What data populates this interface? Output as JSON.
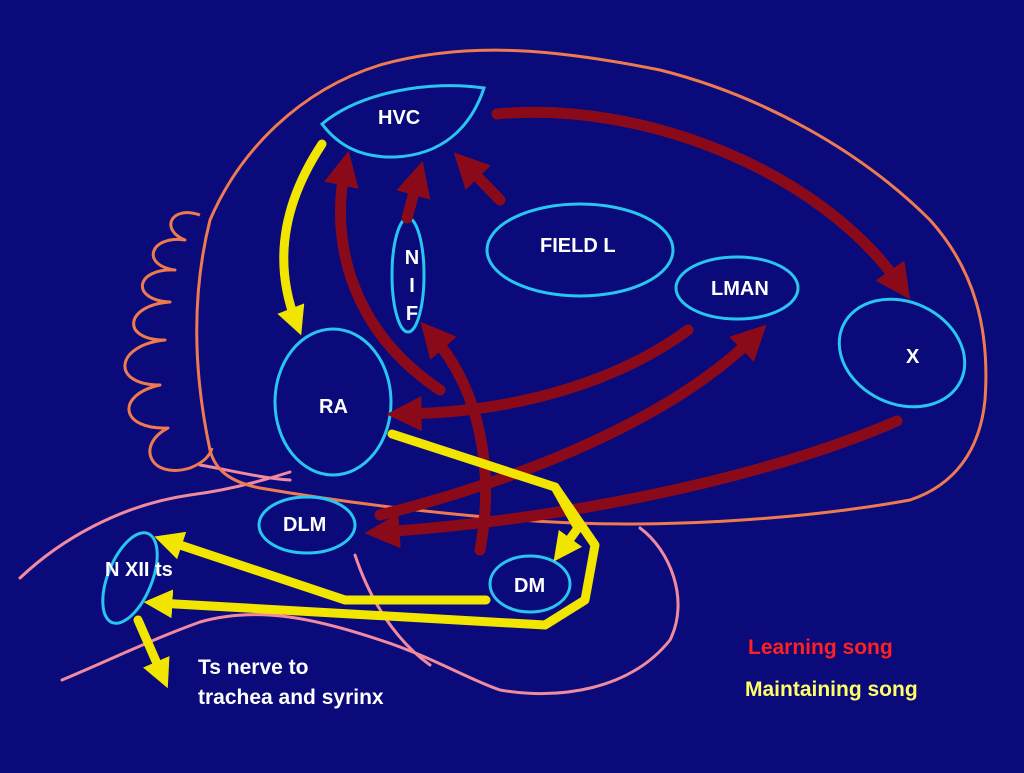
{
  "regions": {
    "hvc": "HVC",
    "field_l": "FIELD L",
    "nif": [
      "N",
      "I",
      "F"
    ],
    "lman": "LMAN",
    "x": "X",
    "ra": "RA",
    "dlm": "DLM",
    "dm": "DM",
    "nxii": "N XII ts"
  },
  "caption": {
    "line1": "Ts nerve to",
    "line2": "trachea and syrinx"
  },
  "legend": {
    "learning": "Learning song",
    "maintaining": "Maintaining song"
  },
  "colors": {
    "background": "#0a0a7a",
    "learning_pathway": "#8b0a1a",
    "maintaining_pathway": "#f2e600",
    "learning_text": "#ff2020",
    "maintaining_text": "#ffff66",
    "nucleus_outline": "#29c5f0",
    "brain_outline": "#f07a50",
    "body_outline": "#f08aa0"
  }
}
